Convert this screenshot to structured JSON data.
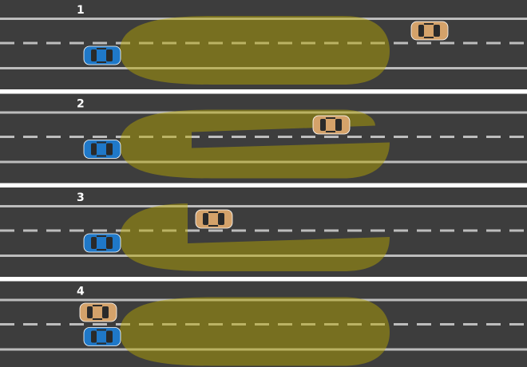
{
  "panels": [
    {
      "label": "1",
      "beam": "full"
    },
    {
      "label": "2",
      "beam": "notch-wedge"
    },
    {
      "label": "3",
      "beam": "notch-step"
    },
    {
      "label": "4",
      "beam": "full"
    }
  ],
  "colors": {
    "road": "#3d3d3d",
    "separator": "#ffffff",
    "lane_line": "#bdbdbd",
    "beam": "#b8a800",
    "own_car": "#1f78c8",
    "other_car": "#d4a26a"
  }
}
